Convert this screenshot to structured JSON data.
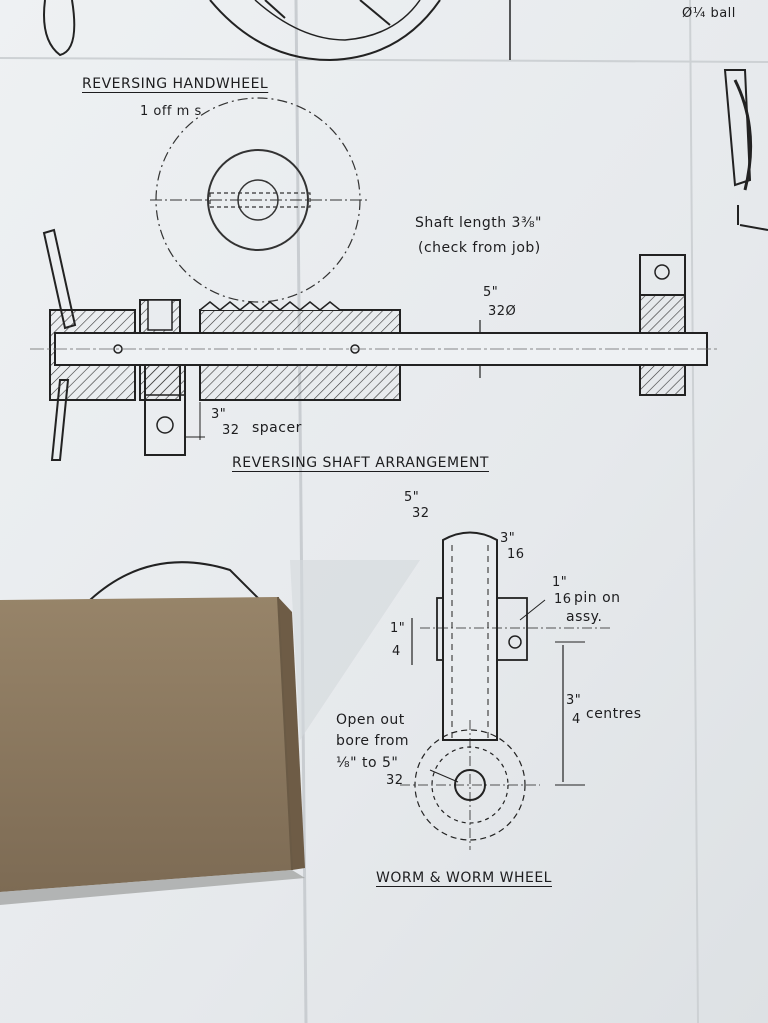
{
  "drawing": {
    "corner_note": "Ø¼ ball",
    "handwheel": {
      "title": "REVERSING HANDWHEEL",
      "subtitle": "1 off  m s"
    },
    "shaft": {
      "length_note_1": "Shaft length 3⅜\"",
      "length_note_2": "(check from job)",
      "dia_num": "5\"",
      "dia_den": "32Ø",
      "spacer_num": "3\"",
      "spacer_den": "32",
      "spacer_text": "spacer",
      "title": "REVERSING SHAFT ARRANGEMENT"
    },
    "worm": {
      "dim_top_num": "5\"",
      "dim_top_den": "32",
      "dim_side_num": "3\"",
      "dim_side_den": "16",
      "pin_num": "1\"",
      "pin_den": "16",
      "pin_text_1": "pin on",
      "pin_text_2": "assy.",
      "quarter_num": "1\"",
      "quarter_den": "4",
      "centres_num": "3\"",
      "centres_den": "4",
      "centres_text": "centres",
      "bore_1": "Open out",
      "bore_2": "bore from",
      "bore_3": "⅛\" to 5\"",
      "bore_4": "32",
      "title": "WORM & WORM WHEEL"
    }
  }
}
